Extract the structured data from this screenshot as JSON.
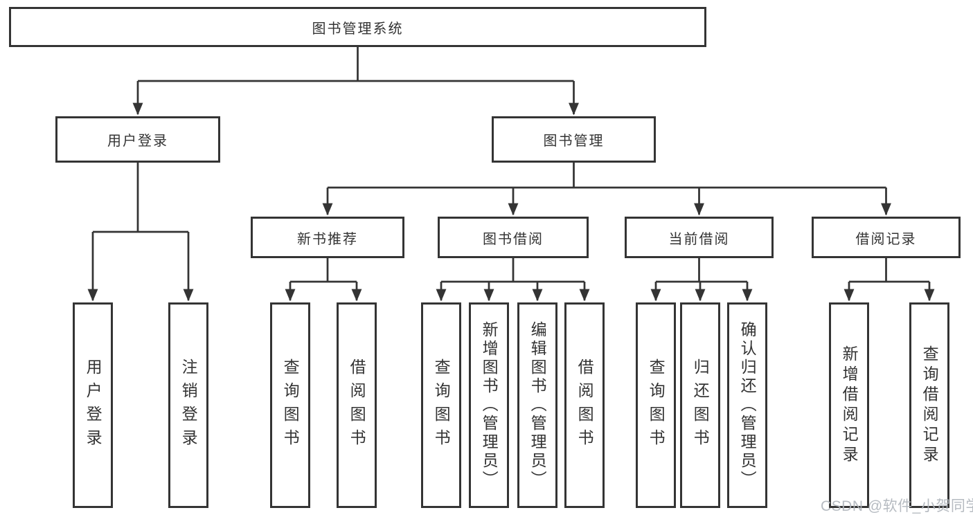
{
  "diagram": {
    "root": {
      "label": "图书管理系统"
    },
    "level2": [
      {
        "label": "用户登录"
      },
      {
        "label": "图书管理"
      }
    ],
    "level3": [
      {
        "label": "新书推荐",
        "parent": "图书管理"
      },
      {
        "label": "图书借阅",
        "parent": "图书管理"
      },
      {
        "label": "当前借阅",
        "parent": "图书管理"
      },
      {
        "label": "借阅记录",
        "parent": "图书管理"
      }
    ],
    "leaves": [
      {
        "label": "用户登录",
        "parent": "用户登录"
      },
      {
        "label": "注销登录",
        "parent": "用户登录"
      },
      {
        "label": "查询图书",
        "parent": "新书推荐"
      },
      {
        "label": "借阅图书",
        "parent": "新书推荐"
      },
      {
        "label": "查询图书",
        "parent": "图书借阅"
      },
      {
        "label": "新增图书（管理员）",
        "parent": "图书借阅"
      },
      {
        "label": "编辑图书（管理员）",
        "parent": "图书借阅"
      },
      {
        "label": "借阅图书",
        "parent": "图书借阅"
      },
      {
        "label": "查询图书",
        "parent": "当前借阅"
      },
      {
        "label": "归还图书",
        "parent": "当前借阅"
      },
      {
        "label": "确认归还（管理员）",
        "parent": "当前借阅"
      },
      {
        "label": "新增借阅记录",
        "parent": "借阅记录"
      },
      {
        "label": "查询借阅记录",
        "parent": "借阅记录"
      }
    ]
  },
  "watermark": {
    "text": "CSDN @软件_小贺同学"
  },
  "colors": {
    "line": "#343434",
    "box_border": "#343434",
    "box_fill": "#ffffff",
    "text": "#333333",
    "watermark": "#b0b5bc",
    "background": "#ffffff"
  }
}
